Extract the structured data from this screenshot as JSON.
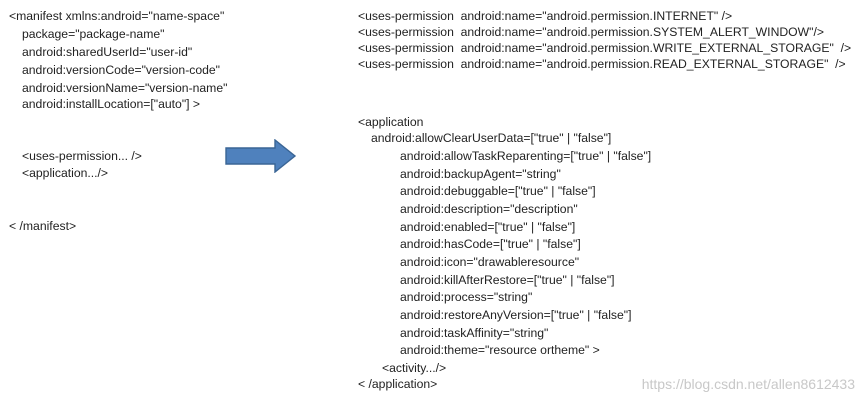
{
  "manifest": {
    "open_line": "<manifest xmlns:android=\"name-space\"",
    "attributes": [
      "package=\"package-name\"",
      "android:sharedUserId=\"user-id\"",
      "android:versionCode=\"version-code\"",
      "android:versionName=\"version-name\"",
      "android:installLocation=[\"auto\"] >"
    ],
    "children": [
      "<uses-permission... />",
      "<application.../>"
    ],
    "close_line": "< /manifest>"
  },
  "permissions": [
    "<uses-permission  android:name=\"android.permission.INTERNET\" />",
    "<uses-permission  android:name=\"android.permission.SYSTEM_ALERT_WINDOW\"/>",
    "<uses-permission  android:name=\"android.permission.WRITE_EXTERNAL_STORAGE\"  />",
    "<uses-permission  android:name=\"android.permission.READ_EXTERNAL_STORAGE\"  />"
  ],
  "application": {
    "open_line": "<application",
    "first_attribute": "android:allowClearUserData=[\"true\" | \"false\"]",
    "attributes": [
      "android:allowTaskReparenting=[\"true\" | \"false\"]",
      "android:backupAgent=\"string\"",
      "android:debuggable=[\"true\" | \"false\"]",
      "android:description=\"description\"",
      "android:enabled=[\"true\" | \"false\"]",
      "android:hasCode=[\"true\" | \"false\"]",
      "android:icon=\"drawableresource\"",
      "android:killAfterRestore=[\"true\" | \"false\"]",
      "android:process=\"string\"",
      "android:restoreAnyVersion=[\"true\" | \"false\"]",
      "android:taskAffinity=\"string\"",
      "android:theme=\"resource ortheme\" >"
    ],
    "child": "<activity.../>",
    "close_line": "< /application>"
  },
  "arrow": {
    "color": "#4f81bd",
    "icon": "right-arrow-icon"
  },
  "watermark": "https://blog.csdn.net/allen8612433"
}
